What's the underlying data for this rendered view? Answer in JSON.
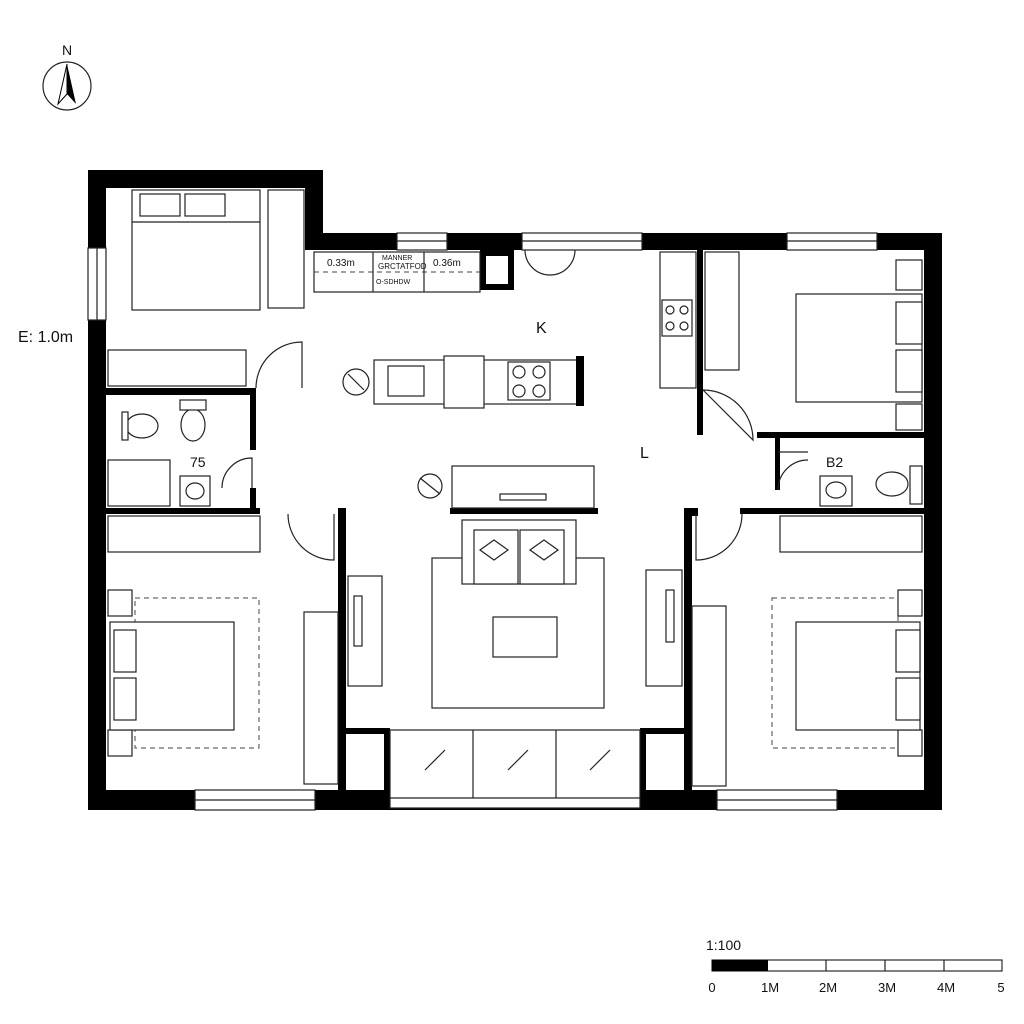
{
  "compass": {
    "label": "N",
    "icon": "north-arrow-icon"
  },
  "labels": {
    "elevation": "E: 1.0m",
    "kitchen": "K",
    "living": "L",
    "bath1": "75",
    "bath2": "B2",
    "counter_left": "0.33m",
    "counter_mid_top": "MANNER",
    "counter_mid_bottom": "GRCTATFOD",
    "counter_right": "0.36m",
    "counter_small": "O-SDHDW"
  },
  "scale_bar": {
    "ratio": "1:100",
    "ticks": [
      "0",
      "1M",
      "2M",
      "3M",
      "4M",
      "5"
    ]
  }
}
